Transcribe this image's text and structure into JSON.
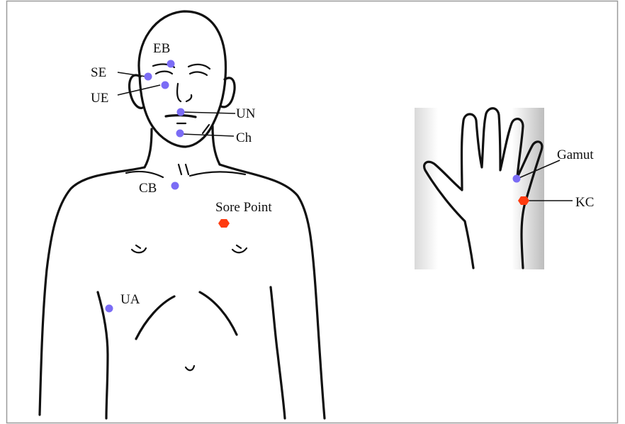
{
  "colors": {
    "standard_point": "#7b6cf5",
    "sore_point": "#ff3b0f",
    "outline": "#111111",
    "border": "#9a9a9a"
  },
  "points": {
    "eb": "EB",
    "se": "SE",
    "ue": "UE",
    "un": "UN",
    "ch": "Ch",
    "cb": "CB",
    "sore_point": "Sore Point",
    "ua": "UA",
    "gamut": "Gamut",
    "kc": "KC"
  }
}
